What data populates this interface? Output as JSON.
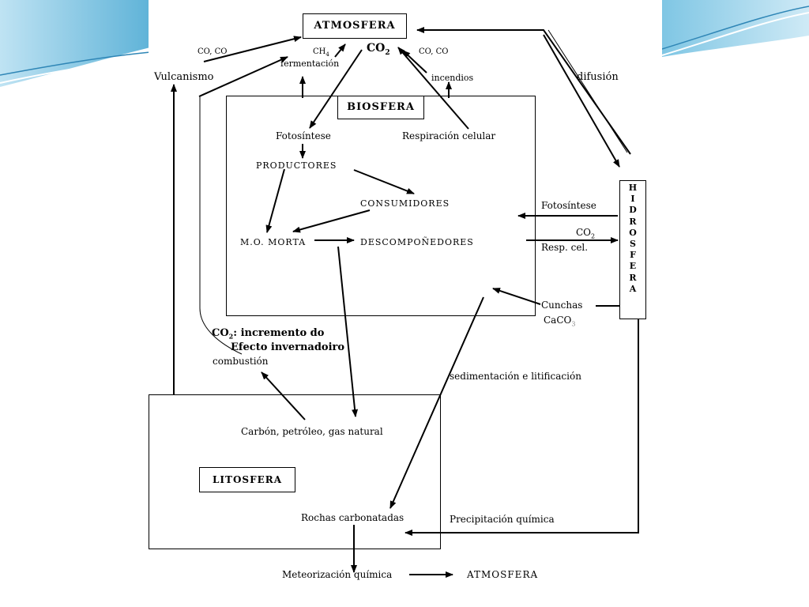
{
  "boxes": {
    "atmosfera": "ATMOSFERA",
    "biosfera": "BIOSFERA",
    "litosfera": "LITOSFERA",
    "hidrosfera": [
      "H",
      "I",
      "D",
      "R",
      "O",
      "S",
      "F",
      "E",
      "R",
      "A"
    ]
  },
  "labels": {
    "co2_top": "CO",
    "co2_top_sub": "2",
    "co_co_left": "CO, CO",
    "ch4": "CH",
    "ch4_sub": "4",
    "co_co_right": "CO, CO",
    "vulcanismo": "Vulcanismo",
    "fermentacion": "fermentación",
    "incendios": "incendios",
    "difusion": "difusión",
    "fotosintese_bio": "Fotosíntese",
    "respiracion": "Respiración celular",
    "productores": "PRODUCTORES",
    "consumidores": "CONSUMIDORES",
    "mo_morta": "M.O. MORTA",
    "descomponedores": "DESCOMPOÑEDORES",
    "fotosintese_hidro": "Fotosíntese",
    "co2_hidro": "CO",
    "co2_hidro_sub": "2",
    "resp_cel": "Resp. cel.",
    "cunchas": "Cunchas",
    "caco3": "CaCO",
    "caco3_sub": "3",
    "co2_incremento_a": "CO",
    "co2_incremento_sub": "2",
    "co2_incremento_b": ": incremento do",
    "efecto": "Efecto invernadoiro",
    "combustion": "combustión",
    "sedimentacion": "sedimentación e litificación",
    "carbon": "Carbón, petróleo, gas natural",
    "rochas": "Rochas carbonatadas",
    "precipitacion": "Precipitación química",
    "meteorizacion": "Meteorización química",
    "atmosfera_bottom": "ATMOSFERA"
  }
}
